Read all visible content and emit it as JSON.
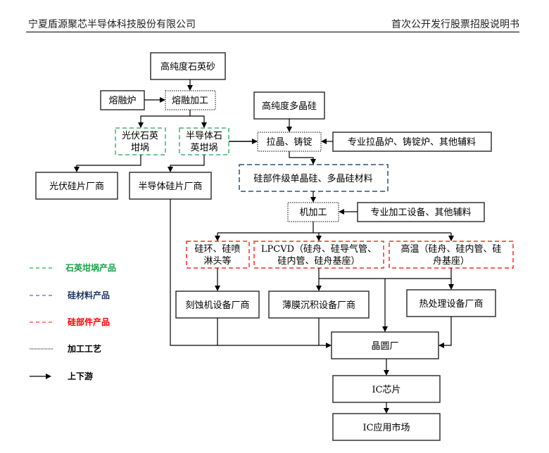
{
  "header": {
    "company": "宁夏盾源聚芯半导体科技股份有限公司",
    "document": "首次公开发行股票招股说明书"
  },
  "colors": {
    "quartz_product": "#22b14c",
    "silicon_material": "#1f3864",
    "silicon_part": "#ff0000",
    "process": "#000000",
    "normal": "#000000"
  },
  "nodes": {
    "quartz_sand": "高纯度石英砂",
    "melting_furnace": "熔融炉",
    "melting_process": "熔融加工",
    "pv_crucible": [
      "光伏石英",
      "坩埚"
    ],
    "semi_crucible": [
      "半导体石",
      "英坩埚"
    ],
    "poly_silicon": "高纯度多晶硅",
    "crystal_pulling": "拉晶、铸锭",
    "pulling_equipment": "专业拉晶炉、铸锭炉、其他辅料",
    "silicon_material": "硅部件级单晶硅、多晶硅材料",
    "pv_wafer_maker": "光伏硅片厂商",
    "semi_wafer_maker": "半导体硅片厂商",
    "machining": "机加工",
    "machining_equipment": "专业加工设备、其他辅料",
    "ring_shower": [
      "硅环、硅喷",
      "淋头等"
    ],
    "lpcvd": [
      "LPCVD（硅舟、硅导气管、",
      "硅内管、硅舟基座）"
    ],
    "high_temp": [
      "高温（硅舟、硅内管、硅",
      "舟基座）"
    ],
    "etch_maker": "刻蚀机设备厂商",
    "film_maker": "薄膜沉积设备厂商",
    "heat_maker": "热处理设备厂商",
    "fab": "晶圆厂",
    "ic_chip": "IC芯片",
    "ic_market": "IC应用市场"
  },
  "legend": [
    {
      "label": "石英坩埚产品",
      "style": "dashed",
      "color": "#22b14c"
    },
    {
      "label": "硅材料产品",
      "style": "dashed",
      "color": "#1f3864"
    },
    {
      "label": "硅部件产品",
      "style": "dashed",
      "color": "#ff0000"
    },
    {
      "label": "加工工艺",
      "style": "dotted",
      "color": "#000000"
    },
    {
      "label": "上下游",
      "style": "arrow",
      "color": "#000000"
    }
  ]
}
